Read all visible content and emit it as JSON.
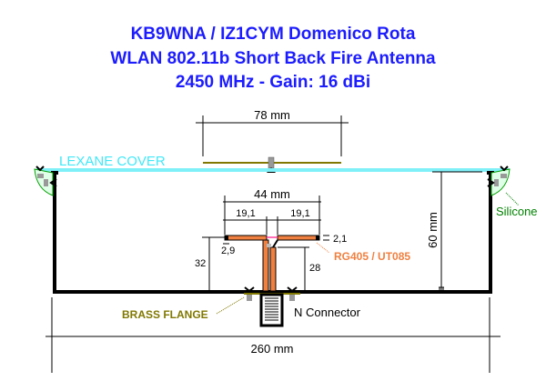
{
  "title": {
    "line1": "KB9WNA / IZ1CYM  Domenico Rota",
    "line2": "WLAN 802.11b  Short Back Fire Antenna",
    "line3": "2450 MHz  -  Gain:  16 dBi"
  },
  "labels": {
    "cover": "LEXANE COVER",
    "silicone": "Silicone",
    "cable": "RG405 / UT085",
    "flange": "BRASS FLANGE",
    "connector": "N Connector"
  },
  "dimensions": {
    "subreflector": "78 mm",
    "dipole": "44 mm",
    "arm_left": "19,1",
    "arm_right": "19,1",
    "arm_thickness": "2,1",
    "gap": "2,9",
    "dipole_height": "32",
    "feed_height": "28",
    "depth": "60 mm",
    "reflector": "260 mm"
  },
  "colors": {
    "title": "#1c1cff",
    "cover": "#80f0f8",
    "cable": "#f08040",
    "flange": "#807800",
    "silicone": "#008000"
  }
}
